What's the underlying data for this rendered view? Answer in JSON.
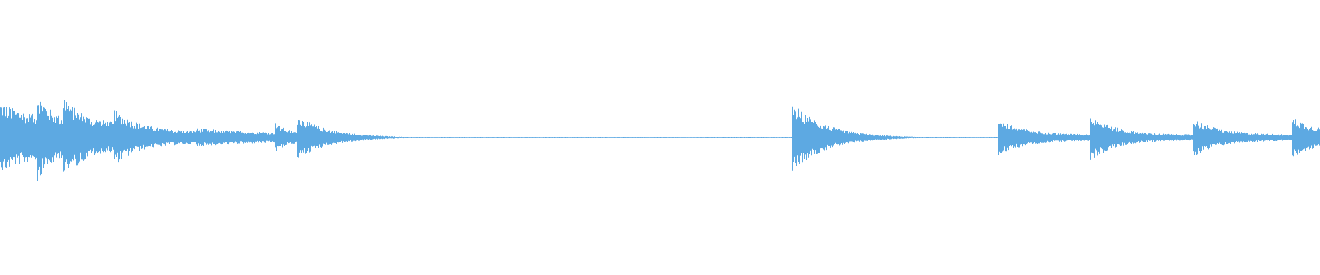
{
  "waveform": {
    "color": "#5DA9E2",
    "background": "#FFFFFF",
    "onsets": [
      {
        "start": 0.0,
        "peak": 0.26,
        "decay": 0.03,
        "floor": 0.1
      },
      {
        "start": 0.028,
        "peak": 0.34,
        "decay": 0.012,
        "floor": 0.1
      },
      {
        "start": 0.047,
        "peak": 0.33,
        "decay": 0.014,
        "floor": 0.1
      },
      {
        "start": 0.086,
        "peak": 0.21,
        "decay": 0.02,
        "floor": 0.04
      },
      {
        "start": 0.148,
        "peak": 0.07,
        "decay": 0.04,
        "floor": 0.03
      },
      {
        "start": 0.208,
        "peak": 0.11,
        "decay": 0.01,
        "floor": 0.03
      },
      {
        "start": 0.225,
        "peak": 0.16,
        "decay": 0.025,
        "floor": 0.0
      },
      {
        "start": 0.6,
        "peak": 0.26,
        "decay": 0.025,
        "floor": 0.0
      },
      {
        "start": 0.756,
        "peak": 0.14,
        "decay": 0.02,
        "floor": 0.02
      },
      {
        "start": 0.826,
        "peak": 0.18,
        "decay": 0.018,
        "floor": 0.02
      },
      {
        "start": 0.904,
        "peak": 0.14,
        "decay": 0.02,
        "floor": 0.02
      },
      {
        "start": 0.979,
        "peak": 0.15,
        "decay": 0.02,
        "floor": 0.03
      }
    ]
  }
}
